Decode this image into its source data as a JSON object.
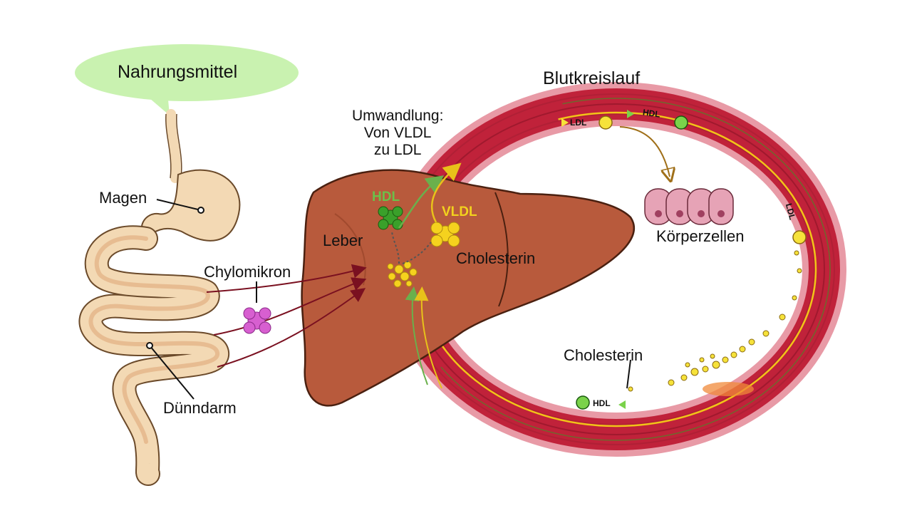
{
  "labels": {
    "food": "Nahrungsmittel",
    "stomach": "Magen",
    "chylomicron": "Chylomikron",
    "small_intestine": "Dünndarm",
    "liver": "Leber",
    "conversion": "Umwandlung:\nVon VLDL\nzu LDL",
    "hdl_liver": "HDL",
    "vldl": "VLDL",
    "cholesterol_liver": "Cholesterin",
    "circulation": "Blutkreislauf",
    "body_cells": "Körperzellen",
    "cholesterol_vessel": "Cholesterin"
  },
  "vessel_tags": {
    "ldl_top": "LDL",
    "hdl_top": "HDL",
    "ldl_right": "LDL",
    "hdl_bottom": "HDL"
  },
  "colors": {
    "bubble": "#c9f2b0",
    "liver": "#b85a3c",
    "vessel_outer": "#d9677a",
    "vessel_inner": "#c0223a",
    "intestine": "#f3d9b4",
    "chylomicron": "#d75fd0",
    "hdl": "#55b83a",
    "ldl": "#f6e23a",
    "cells": "#e6a3b6"
  }
}
